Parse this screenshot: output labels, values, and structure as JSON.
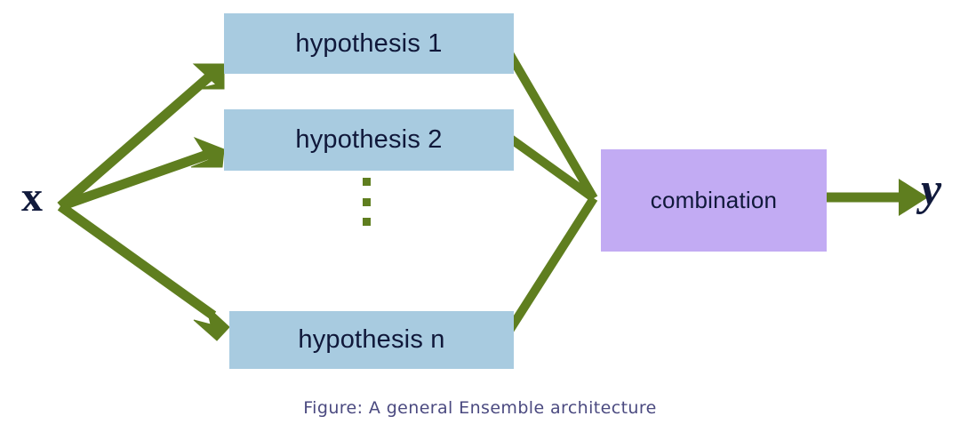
{
  "figure": {
    "caption": "Figure: A general Ensemble architecture",
    "input_label": "x",
    "output_label": "y",
    "ellipsis": "vertical-ellipsis"
  },
  "colors": {
    "arrow_green": "#5f7e1f",
    "hypothesis_box": "#a8cbe0",
    "combination_box": "#c2abf3",
    "text_dark": "#10183a",
    "caption_purple": "#4b4a80",
    "background": "#ffffff"
  },
  "nodes": {
    "hypotheses": [
      {
        "label": "hypothesis 1"
      },
      {
        "label": "hypothesis 2"
      },
      {
        "label": "hypothesis n"
      }
    ],
    "combination": {
      "label": "combination"
    }
  },
  "edges": [
    {
      "from": "x",
      "to": "hypothesis 1",
      "arrowhead": true
    },
    {
      "from": "x",
      "to": "hypothesis 2",
      "arrowhead": true
    },
    {
      "from": "x",
      "to": "hypothesis n",
      "arrowhead": true
    },
    {
      "from": "hypothesis 1",
      "to": "combination",
      "arrowhead": false
    },
    {
      "from": "hypothesis 2",
      "to": "combination",
      "arrowhead": false
    },
    {
      "from": "hypothesis n",
      "to": "combination",
      "arrowhead": false
    },
    {
      "from": "combination",
      "to": "y",
      "arrowhead": true
    }
  ]
}
